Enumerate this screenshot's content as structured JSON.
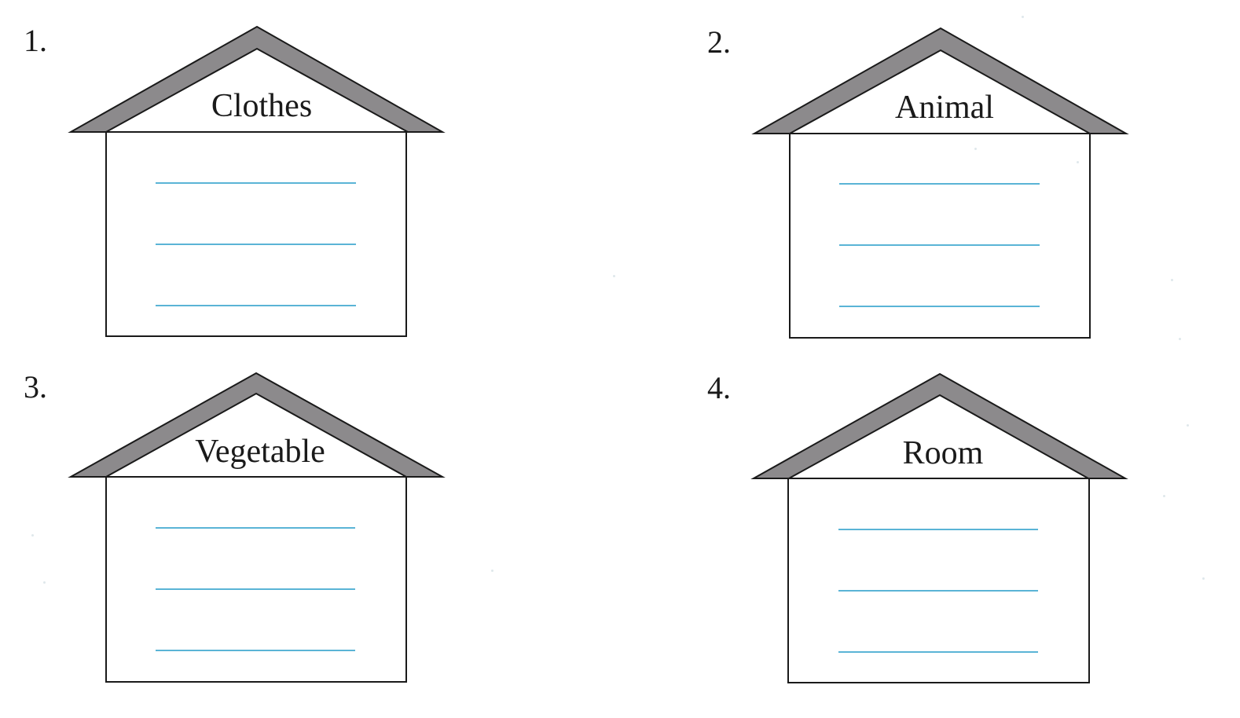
{
  "colors": {
    "paper": "#ffffff",
    "ink": "#1a1a1a",
    "roof_fill": "#8c8a8c",
    "answer_line": "#5ab4d6"
  },
  "items": [
    {
      "number": "1.",
      "category": "Clothes",
      "answer_lines": 3
    },
    {
      "number": "2.",
      "category": "Animal",
      "answer_lines": 3
    },
    {
      "number": "3.",
      "category": "Vegetable",
      "answer_lines": 3
    },
    {
      "number": "4.",
      "category": "Room",
      "answer_lines": 3
    }
  ]
}
